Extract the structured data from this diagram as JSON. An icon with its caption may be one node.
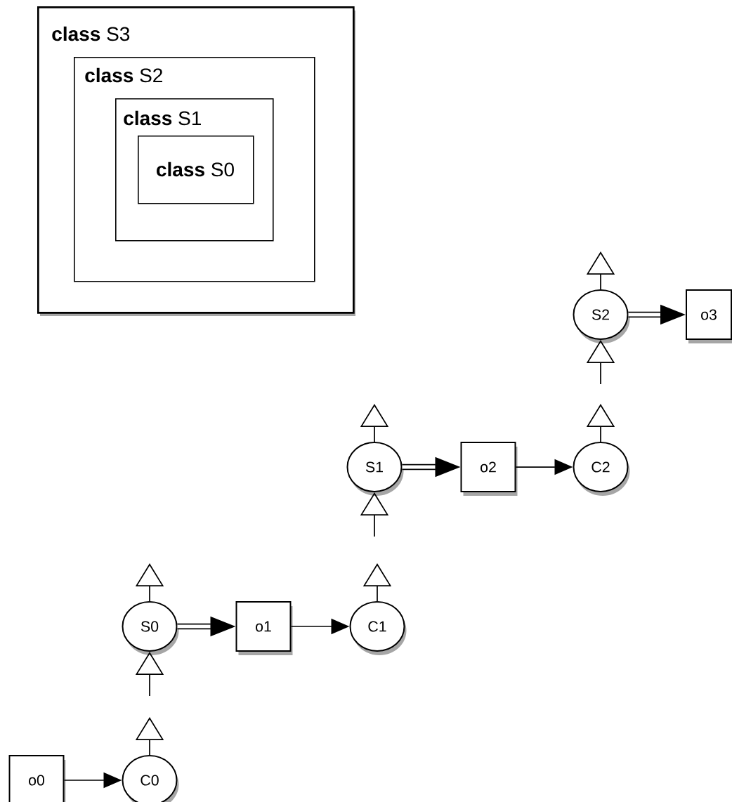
{
  "diagram": {
    "nodes": [
      {
        "text": [
          "**class** S3"
        ]
      },
      {
        "text": [
          "**class** S2"
        ],
        "in": 0
      },
      {
        "text": [
          "**class** S1"
        ],
        "in": 1
      },
      {
        "text": [
          "**class** S0"
        ],
        "in": 2
      },
      {
        "text": [
          "o0"
        ]
      },
      {
        "text": [
          "C0"
        ]
      },
      {
        "text": [
          "S0"
        ]
      },
      {
        "text": [
          "o1"
        ]
      },
      {
        "text": [
          "C1"
        ]
      },
      {
        "text": [
          "S1"
        ]
      },
      {
        "text": [
          "o2"
        ]
      },
      {
        "text": [
          "C2"
        ]
      },
      {
        "text": [
          "S2"
        ]
      },
      {
        "text": [
          "o3"
        ]
      }
    ],
    "edges": [
      {
        "from": 4,
        "to": 5,
        "arrow": "to"
      },
      {
        "from": 6,
        "to": 7,
        "arrow": "to",
        "style": "thick"
      },
      {
        "from": 7,
        "to": 8,
        "arrow": "to"
      },
      {
        "from": 9,
        "to": 10,
        "arrow": "to",
        "style": "thick"
      },
      {
        "from": 10,
        "to": 11,
        "arrow": "to"
      },
      {
        "from": 12,
        "to": 13,
        "arrow": "to",
        "style": "thick"
      },
      {
        "from": 5,
        "to": null,
        "arrow": "to"
      },
      {
        "from": null,
        "to": 6,
        "arrow": "to"
      },
      {
        "from": 6,
        "to": null,
        "arrow": "to"
      },
      {
        "from": 8,
        "to": null,
        "arrow": "to"
      },
      {
        "from": null,
        "to": 9,
        "arrow": "to"
      },
      {
        "from": 9,
        "to": null,
        "arrow": "to"
      },
      {
        "from": 11,
        "to": null,
        "arrow": "to"
      },
      {
        "from": null,
        "to": 12,
        "arrow": "to"
      },
      {
        "from": 12,
        "to": null,
        "arrow": "to"
      }
    ]
  }
}
